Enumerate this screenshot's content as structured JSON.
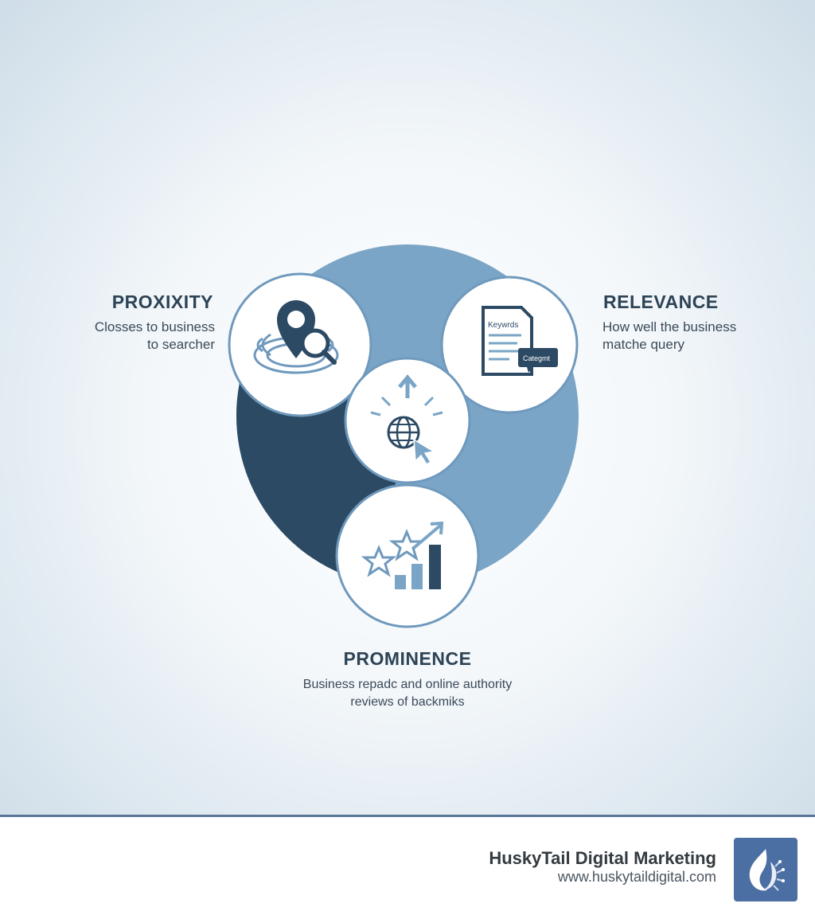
{
  "proximity": {
    "title": "PROXIXITY",
    "desc_line1": "Closses to business",
    "desc_line2": "to searcher",
    "icon": "location-pin-search-icon"
  },
  "relevance": {
    "title": "RELEVANCE",
    "desc_line1": "How well the business",
    "desc_line2": "matche query",
    "icon": "document-keywords-icon",
    "doc_label": "Keywrds",
    "tag_label": "Categmt"
  },
  "prominence": {
    "title": "PROMINENCE",
    "desc_line1": "Business repadc and online authority",
    "desc_line2": "reviews of backmiks",
    "icon": "stars-bar-chart-icon"
  },
  "center_icon": "globe-cursor-icon",
  "footer": {
    "company": "HuskyTail Digital Marketing",
    "url": "www.huskytaildigital.com",
    "logo_icon": "husky-logo-icon"
  },
  "colors": {
    "dark_navy": "#2c4a63",
    "steel_blue": "#7aa5c6",
    "text_dark": "#2d4356",
    "logo_bg": "#4b6fa3"
  }
}
